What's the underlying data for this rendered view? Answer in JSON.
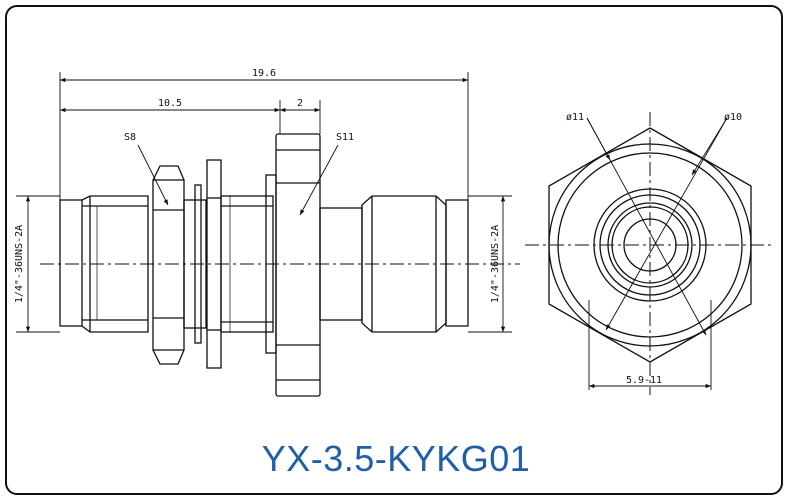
{
  "title": "YX-3.5-KYKG01",
  "colors": {
    "line": "#111111",
    "title": "#1f5fa8",
    "background": "#ffffff",
    "frame": "#111111"
  },
  "dimensions": {
    "overall_length": "19.6",
    "body_length": "10.5",
    "flange_thickness": "2",
    "nut_wrench": "S8",
    "flange_wrench": "S11",
    "thread_left": "1/4\"-36UNS-2A",
    "thread_right": "1/4\"-36UNS-2A",
    "diameter_outer": "ø11",
    "diameter_inner": "ø10",
    "hex_span": "5.9-11"
  }
}
